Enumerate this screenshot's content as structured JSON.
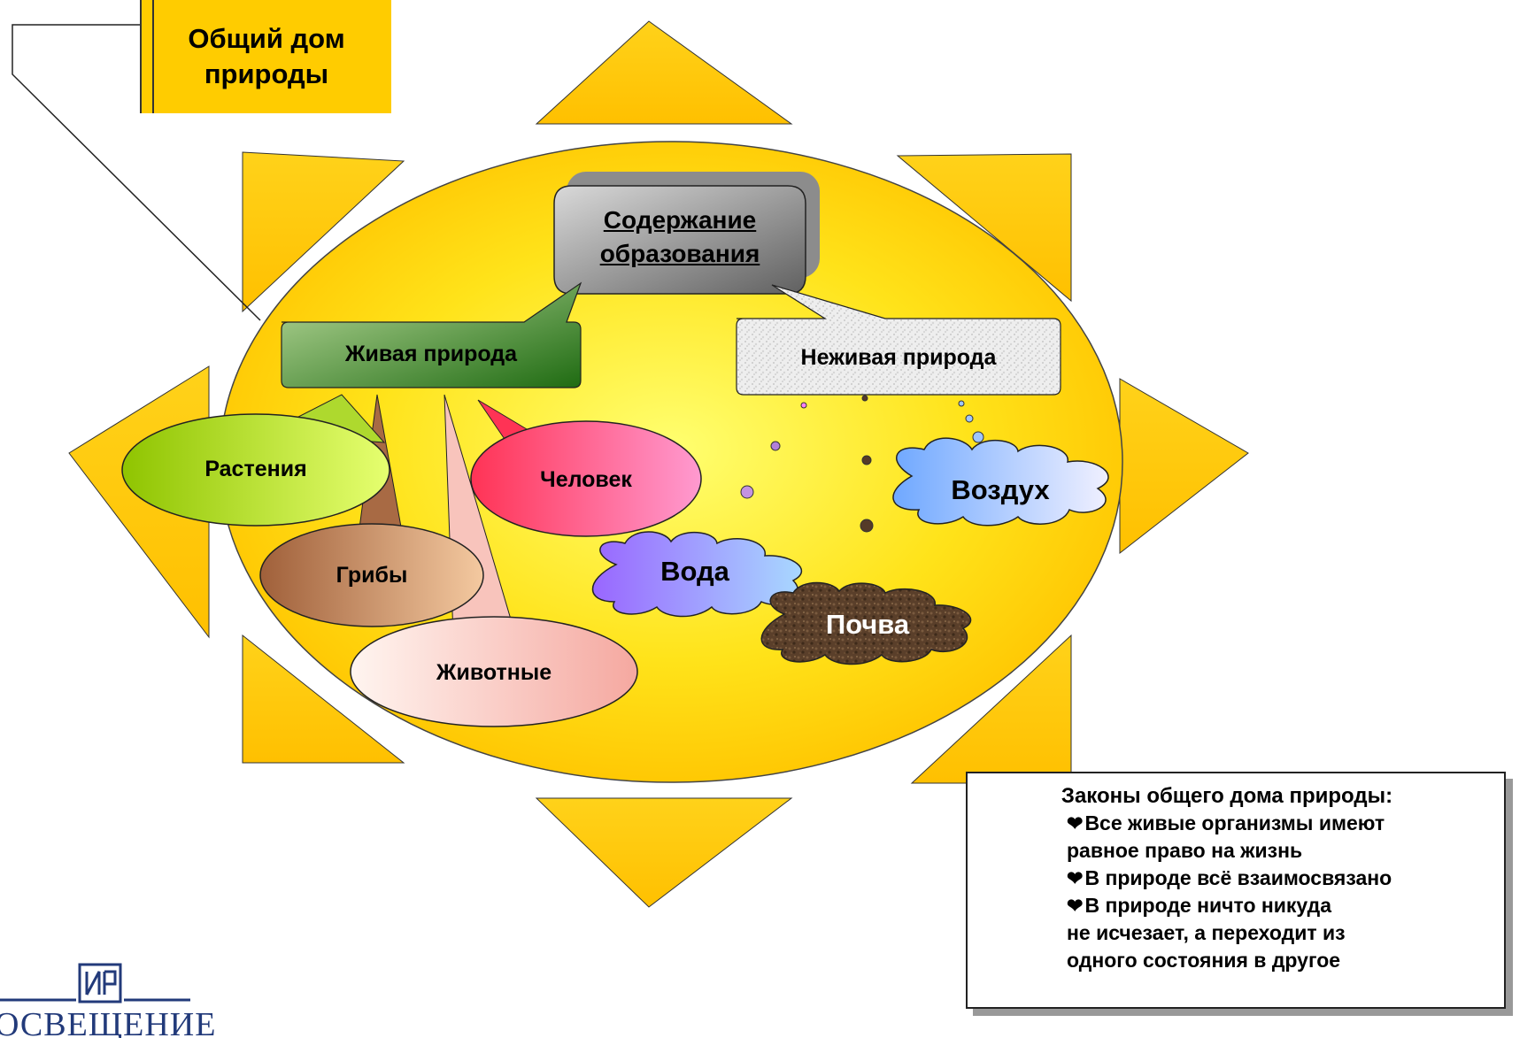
{
  "callout": {
    "line1": "Общий дом",
    "line2": "природы"
  },
  "center": {
    "line1": "Содержание",
    "line2": "образования"
  },
  "living": {
    "label": "Живая природа"
  },
  "nonliving": {
    "label": "Неживая природа"
  },
  "living_items": {
    "plants": "Растения",
    "human": "Человек",
    "fungi": "Грибы",
    "animals": "Животные"
  },
  "nonliving_items": {
    "air": "Воздух",
    "water": "Вода",
    "soil": "Почва"
  },
  "laws": {
    "title": "Законы общего дома природы:",
    "items": [
      {
        "line1": "Все живые организмы имеют",
        "line2": "равное право на жизнь"
      },
      {
        "line1": "В природе всё взаимосвязано"
      },
      {
        "line1": "В природе ничто никуда",
        "line2": "не исчезает, а переходит из",
        "line3": "одного состояния в другое"
      }
    ],
    "bullet": "heart-icon"
  },
  "colors": {
    "sun": "#ffd700",
    "sun_center": "#ffff66",
    "living_box": "#3a7d2a",
    "plants": "#99cc00",
    "human": "#ff4d6d",
    "fungi": "#b5734a",
    "water": "#a580ff",
    "air": "#9fc5ff",
    "soil": "#5a3f2a"
  }
}
